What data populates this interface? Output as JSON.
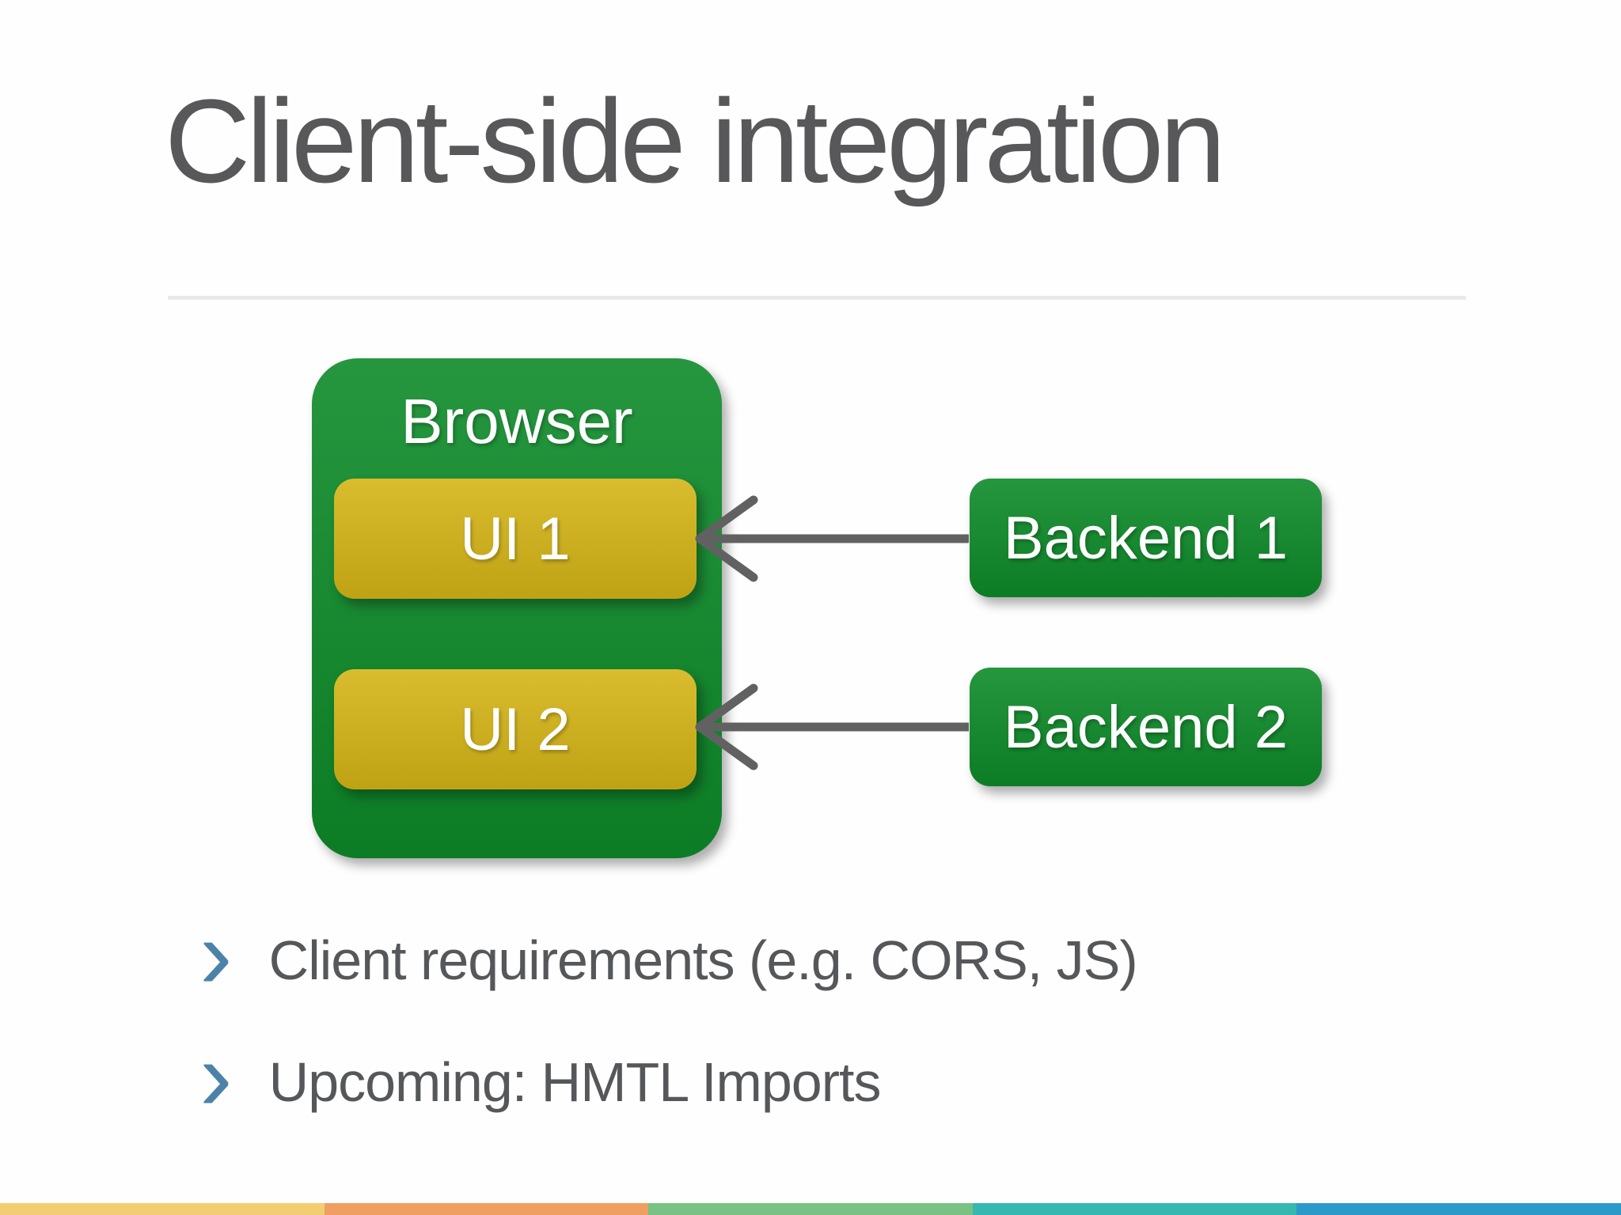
{
  "slide_title": "Client-side integration",
  "text_color": "#58585a",
  "bullet_marker_color": "#4d82a8",
  "diagram": {
    "browser": {
      "label": "Browser",
      "color": "#0d8a29"
    },
    "ui_boxes": [
      {
        "label": "UI 1",
        "color": "#d5b517"
      },
      {
        "label": "UI 2",
        "color": "#d5b517"
      }
    ],
    "backend_boxes": [
      {
        "label": "Backend 1",
        "color": "#0d8a29"
      },
      {
        "label": "Backend 2",
        "color": "#0d8a29"
      }
    ],
    "arrows": [
      {
        "from": "Backend 1",
        "to": "UI 1",
        "color": "#616161"
      },
      {
        "from": "Backend 2",
        "to": "UI 2",
        "color": "#616161"
      }
    ]
  },
  "bullets": [
    {
      "marker": "›",
      "text": "Client requirements (e.g. CORS, JS)"
    },
    {
      "marker": "›",
      "text": "Upcoming: HMTL Imports"
    }
  ],
  "footer_bar": {
    "segments": [
      {
        "color": "#f3cd72"
      },
      {
        "color": "#ef9f60"
      },
      {
        "color": "#79c283"
      },
      {
        "color": "#35b8af"
      },
      {
        "color": "#2b9ac9"
      }
    ]
  }
}
